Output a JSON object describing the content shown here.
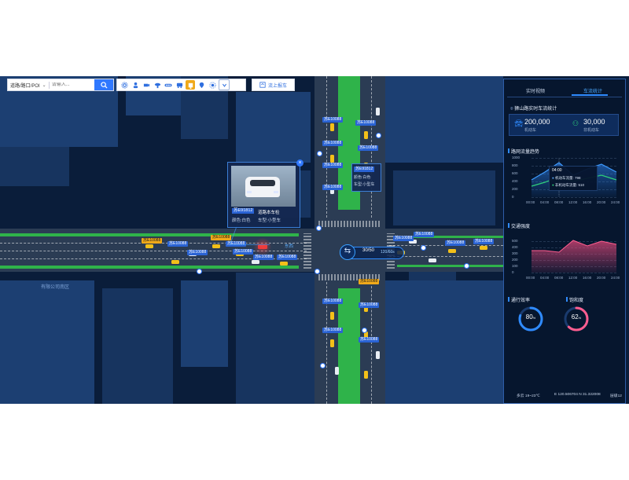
{
  "toolbar": {
    "filter_label": "道路/路口/POI",
    "search_placeholder": "请输入...",
    "report_label": "流上报车",
    "tools": [
      "settings-icon",
      "person-icon",
      "camera-icon",
      "cctv-icon",
      "traffic-light-icon",
      "bus-icon",
      "lamp-icon",
      "pin-icon",
      "sun-icon",
      "expand-icon"
    ],
    "active_tool_index": 6
  },
  "map": {
    "area_label": "有限公司南区",
    "intersection_left": "东西",
    "intersection_center": "30/50",
    "intersection_right": "120/60s",
    "plates": [
      "苏E10088",
      "苏E10088",
      "苏E10088",
      "苏E10088",
      "苏E10088",
      "苏E10088",
      "苏E10088",
      "苏E10088",
      "苏E10088",
      "苏E10088",
      "苏E10088",
      "苏E10088",
      "苏E10088",
      "苏E10088",
      "苏E10088",
      "苏E10088",
      "苏E10088",
      "苏E10088",
      "苏E10088",
      "苏E10088",
      "苏E10088",
      "苏E10088",
      "苏E10088"
    ],
    "popup": {
      "plate": "苏E91812",
      "title": "道路本车检",
      "color": "颜色:白色",
      "type": "车型:小型车"
    },
    "small_popup": {
      "plate": "苏E91812",
      "color": "颜色:白色",
      "type": "车型:小型车"
    }
  },
  "panel": {
    "tabs": [
      "实时视频",
      "车流统计"
    ],
    "active_tab": 1,
    "location": "狮山路实时车流统计",
    "motor": {
      "value": "200,000",
      "label": "机动车"
    },
    "nonmotor": {
      "value": "30,000",
      "label": "非机动车"
    },
    "trend_title": "路网流量趋势",
    "trend_y": [
      "1000",
      "800",
      "600",
      "400",
      "200",
      "0"
    ],
    "trend_x": [
      "00:00",
      "04:00",
      "08:00",
      "12:00",
      "16:00",
      "20:00",
      "24:00"
    ],
    "tooltip": {
      "time": "04:00",
      "motor_label": "机动车流量:",
      "motor_value": "798",
      "nonmotor_label": "非机动车流量:",
      "nonmotor_value": "510"
    },
    "intensity_title": "交通强度",
    "intensity_y": [
      "500",
      "400",
      "300",
      "200",
      "100",
      "0"
    ],
    "intensity_x": [
      "00:00",
      "04:00",
      "08:00",
      "12:00",
      "16:00",
      "20:00",
      "24:00"
    ],
    "efficiency": {
      "title": "通行效率",
      "value": "80",
      "unit": "%",
      "fraction": 0.8
    },
    "saturation": {
      "title": "饱和度",
      "value": "62",
      "unit": "%",
      "fraction": 0.62
    },
    "status": {
      "weather": "多云 19~23℃",
      "coords": "E 120.506704  N 31.322008",
      "level": "层级12"
    }
  }
}
